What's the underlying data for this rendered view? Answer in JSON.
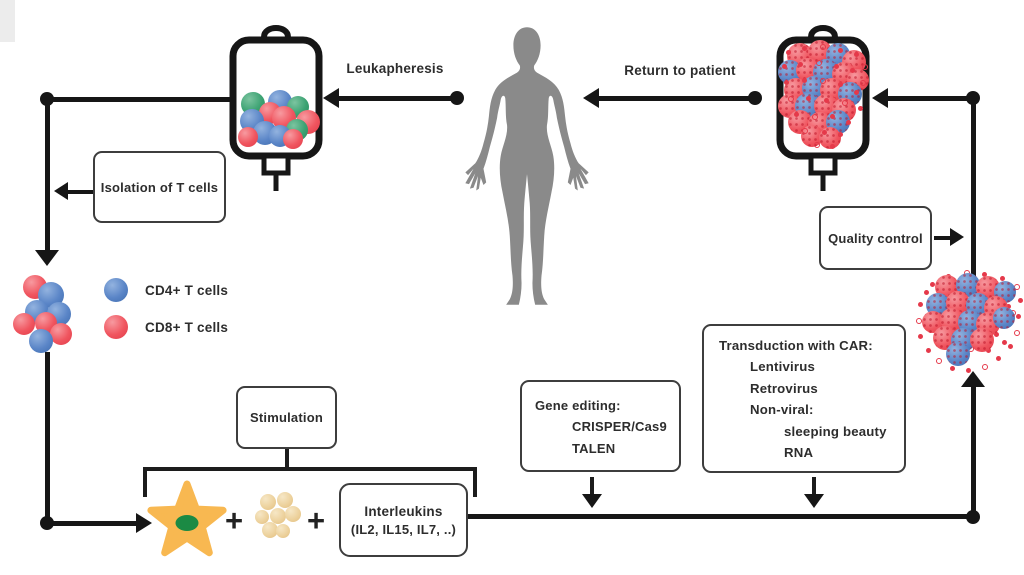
{
  "labels": {
    "leukapheresis": "Leukapheresis",
    "return_to_patient": "Return to patient",
    "isolation_of_t_cells": "Isolation of T cells",
    "stimulation": "Stimulation",
    "quality_control": "Quality control",
    "plus": "+"
  },
  "legend": {
    "items": [
      {
        "label": "CD4+ T cells",
        "color": "#5a85c7"
      },
      {
        "label": "CD8+ T cells",
        "color": "#f0555f"
      }
    ]
  },
  "interleukins": {
    "title": "Interleukins",
    "subtitle": "(IL2, IL15, IL7, ..)"
  },
  "gene_editing": {
    "title": "Gene editing:",
    "items": [
      "CRISPER/Cas9",
      "TALEN"
    ]
  },
  "transduction": {
    "lines": [
      {
        "text": "Transduction with CAR:",
        "indent": 0
      },
      {
        "text": "Lentivirus",
        "indent": 1
      },
      {
        "text": "Retrovirus",
        "indent": 1
      },
      {
        "text": "Non-viral:",
        "indent": 1
      },
      {
        "text": "sleeping beauty",
        "indent": 2
      },
      {
        "text": "RNA",
        "indent": 2
      }
    ]
  },
  "colors": {
    "line": "#161616",
    "box_border": "#3d3d3d",
    "text": "#2d2d2d",
    "silhouette": "#8a8a8a",
    "star": "#f8b851",
    "star_core": "#1b8a44",
    "bead": "#ecd09a",
    "cell_blue": "#5a85c7",
    "cell_red": "#f0555f",
    "cell_green": "#3ba272",
    "speckle": "#e5394a"
  },
  "cells": {
    "left_bag": [
      [
        15,
        12,
        12,
        "green"
      ],
      [
        42,
        10,
        12,
        "blue"
      ],
      [
        60,
        15,
        11,
        "green"
      ],
      [
        32,
        21,
        11,
        "red"
      ],
      [
        70,
        30,
        12,
        "red"
      ],
      [
        14,
        29,
        12,
        "blue"
      ],
      [
        46,
        26,
        12,
        "red"
      ],
      [
        27,
        41,
        12,
        "blue"
      ],
      [
        59,
        38,
        11,
        "green"
      ],
      [
        10,
        45,
        10,
        "red"
      ],
      [
        42,
        44,
        11,
        "blue"
      ],
      [
        55,
        47,
        10,
        "red"
      ]
    ],
    "right_bag": [
      [
        22,
        14,
        13,
        "red"
      ],
      [
        42,
        10,
        12,
        "red"
      ],
      [
        60,
        13,
        12,
        "blue"
      ],
      [
        76,
        20,
        12,
        "red"
      ],
      [
        12,
        30,
        12,
        "blue"
      ],
      [
        30,
        28,
        12,
        "red"
      ],
      [
        48,
        30,
        13,
        "blue"
      ],
      [
        66,
        32,
        12,
        "red"
      ],
      [
        80,
        38,
        11,
        "red"
      ],
      [
        18,
        48,
        12,
        "red"
      ],
      [
        36,
        46,
        12,
        "blue"
      ],
      [
        54,
        48,
        12,
        "red"
      ],
      [
        72,
        52,
        12,
        "blue"
      ],
      [
        12,
        64,
        12,
        "red"
      ],
      [
        30,
        64,
        13,
        "blue"
      ],
      [
        48,
        64,
        12,
        "red"
      ],
      [
        66,
        68,
        12,
        "red"
      ],
      [
        22,
        80,
        12,
        "red"
      ],
      [
        42,
        82,
        12,
        "red"
      ],
      [
        60,
        80,
        12,
        "blue"
      ],
      [
        34,
        94,
        11,
        "red"
      ],
      [
        52,
        96,
        11,
        "red"
      ]
    ],
    "isolated_cluster": [
      [
        23,
        21,
        12,
        "red"
      ],
      [
        39,
        29,
        13,
        "blue"
      ],
      [
        25,
        46,
        12,
        "blue"
      ],
      [
        12,
        58,
        11,
        "red"
      ],
      [
        47,
        48,
        12,
        "blue"
      ],
      [
        34,
        57,
        11,
        "red"
      ],
      [
        49,
        68,
        11,
        "red"
      ],
      [
        29,
        75,
        12,
        "blue"
      ]
    ],
    "car_t_cluster": [
      [
        29,
        15,
        12,
        "red"
      ],
      [
        50,
        13,
        12,
        "blue"
      ],
      [
        70,
        16,
        12,
        "red"
      ],
      [
        87,
        20,
        11,
        "blue"
      ],
      [
        20,
        33,
        12,
        "blue"
      ],
      [
        40,
        31,
        12,
        "red"
      ],
      [
        60,
        33,
        12,
        "blue"
      ],
      [
        78,
        36,
        12,
        "red"
      ],
      [
        15,
        50,
        11,
        "red"
      ],
      [
        34,
        48,
        12,
        "red"
      ],
      [
        52,
        50,
        12,
        "blue"
      ],
      [
        70,
        52,
        12,
        "red"
      ],
      [
        86,
        46,
        11,
        "blue"
      ],
      [
        27,
        66,
        12,
        "red"
      ],
      [
        45,
        68,
        12,
        "blue"
      ],
      [
        64,
        68,
        12,
        "red"
      ],
      [
        40,
        82,
        12,
        "blue"
      ]
    ],
    "beads": [
      [
        16,
        10,
        8,
        "bead"
      ],
      [
        33,
        8,
        8,
        "bead"
      ],
      [
        10,
        25,
        7,
        "bead"
      ],
      [
        26,
        24,
        8,
        "bead"
      ],
      [
        41,
        22,
        8,
        "bead"
      ],
      [
        18,
        38,
        8,
        "bead"
      ],
      [
        31,
        39,
        7,
        "bead"
      ]
    ]
  },
  "speckles": {
    "right_bag": [
      [
        10,
        10
      ],
      [
        26,
        6
      ],
      [
        44,
        4
      ],
      [
        62,
        8
      ],
      [
        78,
        12
      ],
      [
        86,
        24
      ],
      [
        6,
        24
      ],
      [
        22,
        22
      ],
      [
        40,
        20
      ],
      [
        58,
        24
      ],
      [
        74,
        28
      ],
      [
        84,
        40
      ],
      [
        8,
        40
      ],
      [
        26,
        38
      ],
      [
        44,
        38
      ],
      [
        62,
        42
      ],
      [
        78,
        50
      ],
      [
        12,
        56
      ],
      [
        30,
        56
      ],
      [
        48,
        58
      ],
      [
        66,
        60
      ],
      [
        82,
        66
      ],
      [
        18,
        72
      ],
      [
        36,
        74
      ],
      [
        54,
        74
      ],
      [
        70,
        80
      ],
      [
        26,
        88
      ],
      [
        46,
        90
      ],
      [
        62,
        92
      ],
      [
        38,
        102
      ],
      [
        54,
        104
      ]
    ],
    "car_t_cluster": [
      [
        14,
        12
      ],
      [
        30,
        4
      ],
      [
        48,
        0
      ],
      [
        66,
        2
      ],
      [
        84,
        6
      ],
      [
        98,
        14
      ],
      [
        102,
        28
      ],
      [
        100,
        44
      ],
      [
        98,
        60
      ],
      [
        92,
        74
      ],
      [
        80,
        86
      ],
      [
        66,
        94
      ],
      [
        50,
        98
      ],
      [
        34,
        96
      ],
      [
        20,
        88
      ],
      [
        10,
        78
      ],
      [
        2,
        64
      ],
      [
        0,
        48
      ],
      [
        2,
        32
      ],
      [
        8,
        20
      ],
      [
        24,
        24
      ],
      [
        42,
        18
      ],
      [
        60,
        20
      ],
      [
        78,
        24
      ],
      [
        90,
        34
      ],
      [
        16,
        42
      ],
      [
        34,
        40
      ],
      [
        52,
        42
      ],
      [
        70,
        44
      ],
      [
        88,
        52
      ],
      [
        24,
        58
      ],
      [
        42,
        58
      ],
      [
        60,
        60
      ],
      [
        78,
        62
      ],
      [
        32,
        76
      ],
      [
        52,
        76
      ],
      [
        70,
        78
      ],
      [
        12,
        58
      ],
      [
        94,
        40
      ],
      [
        86,
        70
      ]
    ]
  }
}
